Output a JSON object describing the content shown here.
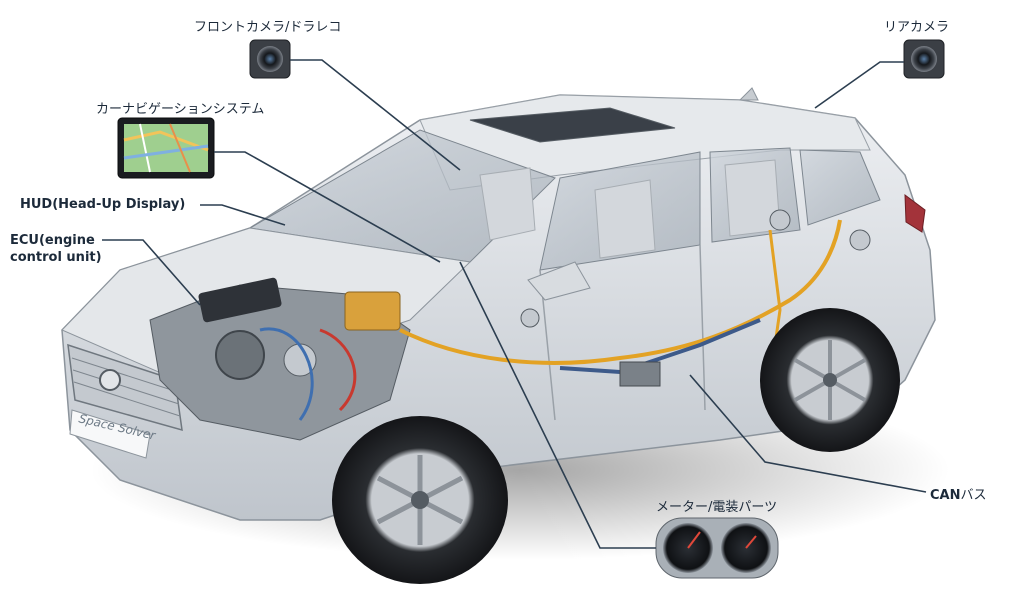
{
  "labels": {
    "front_camera": "フロントカメラ/ドラレコ",
    "rear_camera": "リアカメラ",
    "navigation": "カーナビゲーションシステム",
    "hud": "HUD(Head-Up Display)",
    "ecu_line1": "ECU(engine",
    "ecu_line2": "control unit)",
    "can_prefix": "CAN",
    "can_suffix": "バス",
    "meter": "メーター/電装パーツ"
  },
  "license_plate": "Space Solver",
  "colors": {
    "leader_line": "#2c3e50",
    "body_panel": "#d9dde2",
    "wiring": "#e3a224",
    "can_bus": "#3d5a8a"
  },
  "icons": [
    "front-camera-icon",
    "rear-camera-icon",
    "navigation-screen-icon",
    "meter-cluster-icon",
    "car-cutaway-icon"
  ]
}
